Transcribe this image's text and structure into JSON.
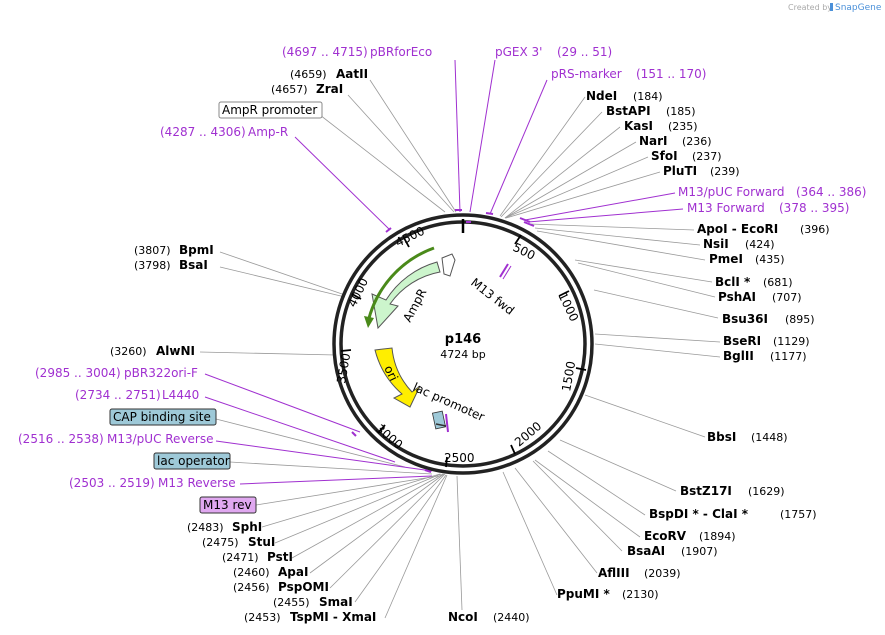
{
  "credit": {
    "prefix": "Created by",
    "brand": "SnapGene"
  },
  "plasmid": {
    "name": "p146",
    "size_label": "4724 bp"
  },
  "ticks": [
    "500",
    "1000",
    "1500",
    "2000",
    "2500",
    "3000",
    "3500",
    "4000",
    "4500"
  ],
  "features": {
    "ampr": "AmpR",
    "ori": "ori",
    "lac": "lac promoter",
    "m13fwd": "M13 fwd"
  },
  "sites": [
    {
      "pre": "(4697 .. 4715)",
      "name": "pBRforEco",
      "post": "",
      "kind": "primer"
    },
    {
      "pre": "",
      "name": "pGEX 3'",
      "post": "(29 .. 51)",
      "kind": "primer"
    },
    {
      "pre": "(4659)",
      "name": "AatII",
      "post": "",
      "kind": "enzyme"
    },
    {
      "pre": "",
      "name": "pRS-marker",
      "post": "(151 .. 170)",
      "kind": "primer"
    },
    {
      "pre": "(4657)",
      "name": "ZraI",
      "post": "",
      "kind": "enzyme"
    },
    {
      "pre": "",
      "name": "NdeI",
      "post": "(184)",
      "kind": "enzyme"
    },
    {
      "pre": "",
      "name": "AmpR promoter",
      "post": "",
      "kind": "box"
    },
    {
      "pre": "",
      "name": "BstAPI",
      "post": "(185)",
      "kind": "enzyme"
    },
    {
      "pre": "(4287 .. 4306)",
      "name": "Amp-R",
      "post": "",
      "kind": "primer"
    },
    {
      "pre": "",
      "name": "KasI",
      "post": "(235)",
      "kind": "enzyme"
    },
    {
      "pre": "",
      "name": "NarI",
      "post": "(236)",
      "kind": "enzyme"
    },
    {
      "pre": "",
      "name": "SfoI",
      "post": "(237)",
      "kind": "enzyme"
    },
    {
      "pre": "",
      "name": "PluTI",
      "post": "(239)",
      "kind": "enzyme"
    },
    {
      "pre": "",
      "name": "M13/pUC Forward",
      "post": "(364 .. 386)",
      "kind": "primer"
    },
    {
      "pre": "",
      "name": "M13 Forward",
      "post": "(378 .. 395)",
      "kind": "primer"
    },
    {
      "pre": "",
      "name": "ApoI - EcoRI",
      "post": "(396)",
      "kind": "enzyme"
    },
    {
      "pre": "",
      "name": "NsiI",
      "post": "(424)",
      "kind": "enzyme"
    },
    {
      "pre": "(3807)",
      "name": "BpmI",
      "post": "",
      "kind": "enzyme"
    },
    {
      "pre": "",
      "name": "PmeI",
      "post": "(435)",
      "kind": "enzyme"
    },
    {
      "pre": "(3798)",
      "name": "BsaI",
      "post": "",
      "kind": "enzyme"
    },
    {
      "pre": "",
      "name": "BclI *",
      "post": "(681)",
      "kind": "enzyme"
    },
    {
      "pre": "",
      "name": "PshAI",
      "post": "(707)",
      "kind": "enzyme"
    },
    {
      "pre": "",
      "name": "Bsu36I",
      "post": "(895)",
      "kind": "enzyme"
    },
    {
      "pre": "",
      "name": "BseRI",
      "post": "(1129)",
      "kind": "enzyme"
    },
    {
      "pre": "(3260)",
      "name": "AlwNI",
      "post": "",
      "kind": "enzyme"
    },
    {
      "pre": "",
      "name": "BglII",
      "post": "(1177)",
      "kind": "enzyme"
    },
    {
      "pre": "(2985 .. 3004)",
      "name": "pBR322ori-F",
      "post": "",
      "kind": "primer"
    },
    {
      "pre": "(2734 .. 2751)",
      "name": "L4440",
      "post": "",
      "kind": "primer"
    },
    {
      "pre": "",
      "name": "CAP binding site",
      "post": "",
      "kind": "boxblue"
    },
    {
      "pre": "",
      "name": "BbsI",
      "post": "(1448)",
      "kind": "enzyme"
    },
    {
      "pre": "(2516 .. 2538)",
      "name": "M13/pUC Reverse",
      "post": "",
      "kind": "primer"
    },
    {
      "pre": "",
      "name": "lac operator",
      "post": "",
      "kind": "boxblue"
    },
    {
      "pre": "(2503 .. 2519)",
      "name": "M13 Reverse",
      "post": "",
      "kind": "primer"
    },
    {
      "pre": "",
      "name": "BstZ17I",
      "post": "(1629)",
      "kind": "enzyme"
    },
    {
      "pre": "",
      "name": "M13 rev",
      "post": "",
      "kind": "boxpurple"
    },
    {
      "pre": "",
      "name": "BspDI * - ClaI *",
      "post": "(1757)",
      "kind": "enzyme"
    },
    {
      "pre": "(2483)",
      "name": "SphI",
      "post": "",
      "kind": "enzyme"
    },
    {
      "pre": "",
      "name": "EcoRV",
      "post": "(1894)",
      "kind": "enzyme"
    },
    {
      "pre": "(2475)",
      "name": "StuI",
      "post": "",
      "kind": "enzyme"
    },
    {
      "pre": "",
      "name": "BsaAI",
      "post": "(1907)",
      "kind": "enzyme"
    },
    {
      "pre": "(2471)",
      "name": "PstI",
      "post": "",
      "kind": "enzyme"
    },
    {
      "pre": "(2460)",
      "name": "ApaI",
      "post": "",
      "kind": "enzyme"
    },
    {
      "pre": "",
      "name": "AflIII",
      "post": "(2039)",
      "kind": "enzyme"
    },
    {
      "pre": "(2456)",
      "name": "PspOMI",
      "post": "",
      "kind": "enzyme"
    },
    {
      "pre": "",
      "name": "PpuMI *",
      "post": "(2130)",
      "kind": "enzyme"
    },
    {
      "pre": "(2455)",
      "name": "SmaI",
      "post": "",
      "kind": "enzyme"
    },
    {
      "pre": "(2453)",
      "name": "TspMI - XmaI",
      "post": "",
      "kind": "enzyme"
    },
    {
      "pre": "",
      "name": "NcoI",
      "post": "(2440)",
      "kind": "enzyme"
    }
  ]
}
